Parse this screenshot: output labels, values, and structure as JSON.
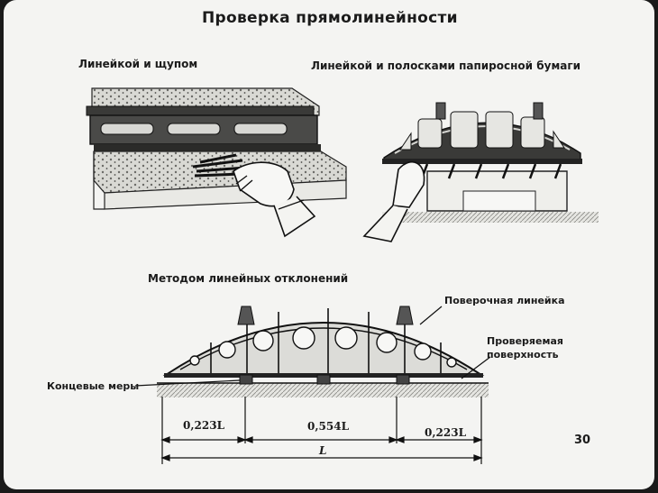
{
  "title": "Проверка прямолинейности",
  "sections": {
    "ruler_feeler": "Линейкой и щупом",
    "ruler_paper": "Линейкой и полосками папиросной бумаги",
    "deviation_method": "Методом линейных отклонений"
  },
  "labels": {
    "test_ruler": "Поверочная линейка",
    "checked_surface_line1": "Проверяемая",
    "checked_surface_line2": "поверхность",
    "gauge_blocks": "Концевые меры"
  },
  "dimensions": {
    "left": "0,223L",
    "middle": "0,554L",
    "right": "0,223L",
    "total": "L"
  },
  "page_number": "30"
}
